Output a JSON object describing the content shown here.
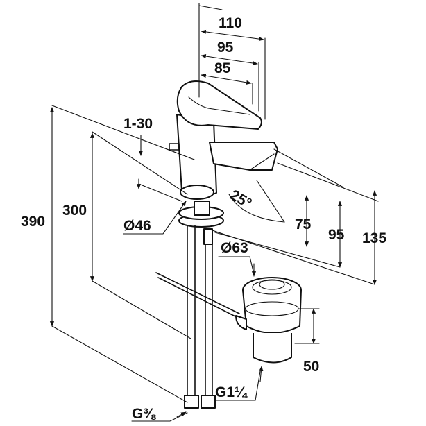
{
  "dimensions": {
    "d110": "110",
    "d95_top": "95",
    "d85": "85",
    "d1_30": "1-30",
    "d390": "390",
    "d300": "300",
    "d46": "Ø46",
    "d25": "25°",
    "d75": "75",
    "d95_right": "95",
    "d135": "135",
    "d63": "Ø63",
    "d50": "50",
    "g1_14": "G1¼",
    "g3_8": "G⅜"
  }
}
